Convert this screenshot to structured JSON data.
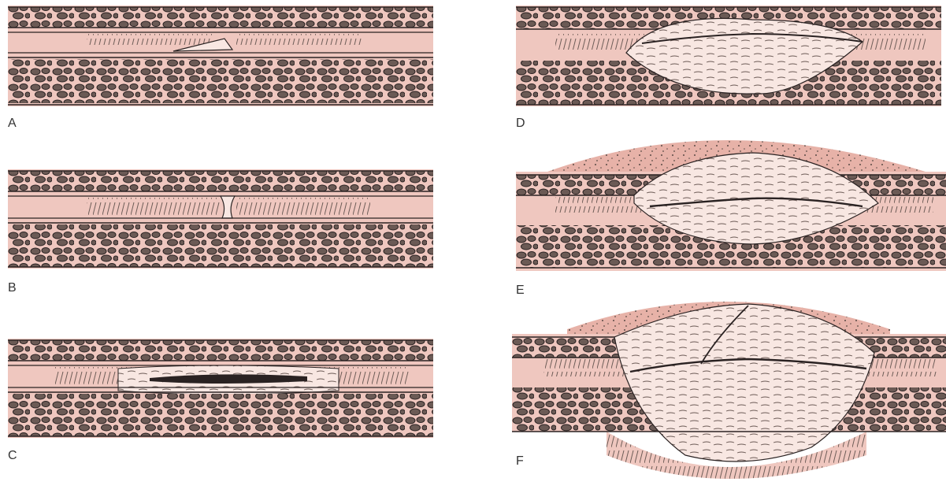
{
  "figure": {
    "panels": [
      {
        "id": "A",
        "label": "A"
      },
      {
        "id": "B",
        "label": "B"
      },
      {
        "id": "C",
        "label": "C"
      },
      {
        "id": "D",
        "label": "D"
      },
      {
        "id": "E",
        "label": "E"
      },
      {
        "id": "F",
        "label": "F"
      }
    ]
  },
  "colors": {
    "background": "#ffffff",
    "tissue_pink": "#efc7bf",
    "callus_light": "#f8e7e2",
    "outline": "#2a2222",
    "cell_fill": "#6b5a55",
    "halo": "#e7b2a8"
  }
}
